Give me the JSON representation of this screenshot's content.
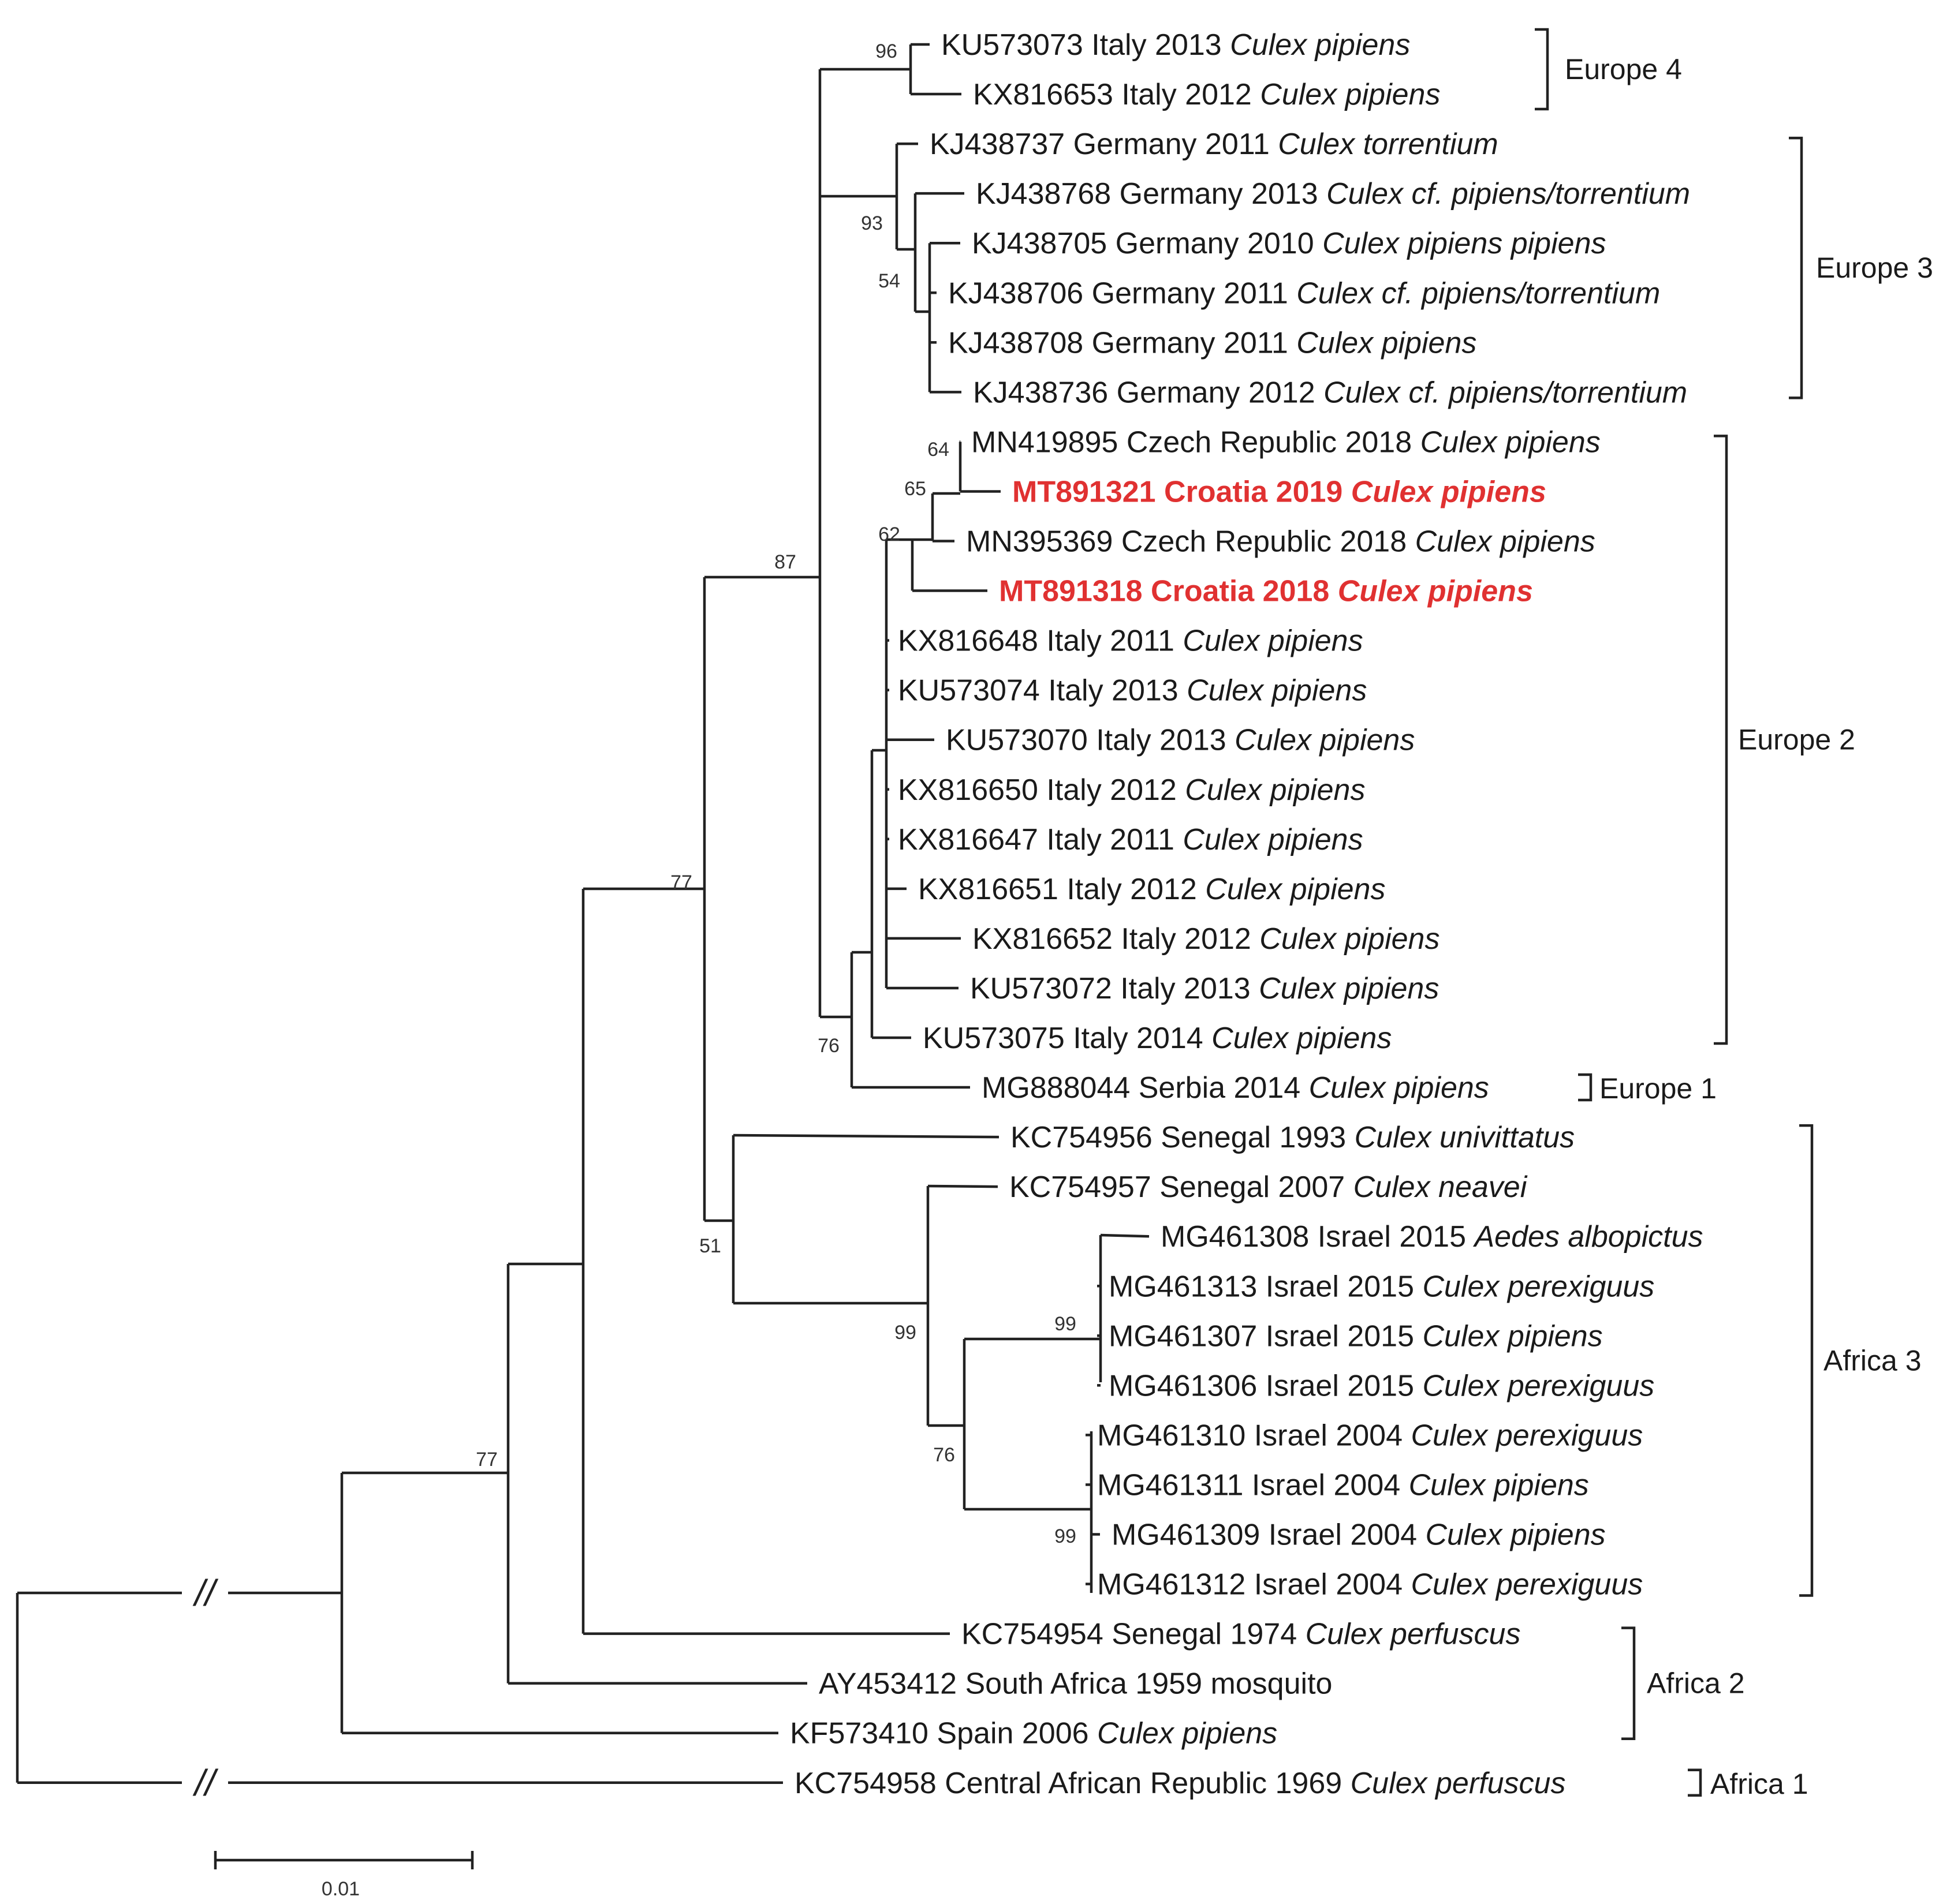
{
  "leaves": [
    {
      "acc": "KU573073",
      "place": "Italy",
      "year": "2013",
      "host": "Culex pipiens",
      "hl": false
    },
    {
      "acc": "KX816653",
      "place": "Italy",
      "year": "2012",
      "host": "Culex pipiens",
      "hl": false
    },
    {
      "acc": "KJ438737",
      "place": "Germany",
      "year": "2011",
      "host": "Culex torrentium",
      "hl": false
    },
    {
      "acc": "KJ438768",
      "place": "Germany",
      "year": "2013",
      "host": "Culex cf. pipiens/torrentium",
      "hl": false
    },
    {
      "acc": "KJ438705",
      "place": "Germany",
      "year": "2010",
      "host": "Culex pipiens pipiens",
      "hl": false
    },
    {
      "acc": "KJ438706",
      "place": "Germany",
      "year": "2011",
      "host": "Culex cf. pipiens/torrentium",
      "hl": false
    },
    {
      "acc": "KJ438708",
      "place": "Germany",
      "year": "2011",
      "host": "Culex pipiens",
      "hl": false
    },
    {
      "acc": "KJ438736",
      "place": "Germany",
      "year": "2012",
      "host": "Culex cf. pipiens/torrentium",
      "hl": false
    },
    {
      "acc": "MN419895",
      "place": "Czech Republic",
      "year": "2018",
      "host": "Culex pipiens",
      "hl": false
    },
    {
      "acc": "MT891321",
      "place": "Croatia",
      "year": "2019",
      "host": "Culex pipiens",
      "hl": true
    },
    {
      "acc": "MN395369",
      "place": "Czech Republic",
      "year": "2018",
      "host": "Culex pipiens",
      "hl": false
    },
    {
      "acc": "MT891318",
      "place": "Croatia",
      "year": "2018",
      "host": "Culex pipiens",
      "hl": true
    },
    {
      "acc": "KX816648",
      "place": "Italy",
      "year": "2011",
      "host": "Culex pipiens",
      "hl": false
    },
    {
      "acc": "KU573074",
      "place": "Italy",
      "year": "2013",
      "host": "Culex pipiens",
      "hl": false
    },
    {
      "acc": "KU573070",
      "place": "Italy",
      "year": "2013",
      "host": "Culex pipiens",
      "hl": false
    },
    {
      "acc": "KX816650",
      "place": "Italy",
      "year": "2012",
      "host": "Culex pipiens",
      "hl": false
    },
    {
      "acc": "KX816647",
      "place": "Italy",
      "year": "2011",
      "host": "Culex pipiens",
      "hl": false
    },
    {
      "acc": "KX816651",
      "place": "Italy",
      "year": "2012",
      "host": "Culex pipiens",
      "hl": false
    },
    {
      "acc": "KX816652",
      "place": "Italy",
      "year": "2012",
      "host": "Culex pipiens",
      "hl": false
    },
    {
      "acc": "KU573072",
      "place": "Italy",
      "year": "2013",
      "host": "Culex pipiens",
      "hl": false
    },
    {
      "acc": "KU573075",
      "place": "Italy",
      "year": "2014",
      "host": "Culex pipiens",
      "hl": false
    },
    {
      "acc": "MG888044",
      "place": "Serbia",
      "year": "2014",
      "host": "Culex pipiens",
      "hl": false
    },
    {
      "acc": "KC754956",
      "place": "Senegal",
      "year": "1993",
      "host": "Culex univittatus",
      "hl": false
    },
    {
      "acc": "KC754957",
      "place": "Senegal",
      "year": "2007",
      "host": "Culex neavei",
      "hl": false
    },
    {
      "acc": "MG461308",
      "place": "Israel",
      "year": "2015",
      "host": "Aedes albopictus",
      "hl": false
    },
    {
      "acc": "MG461313",
      "place": "Israel",
      "year": "2015",
      "host": "Culex perexiguus",
      "hl": false
    },
    {
      "acc": "MG461307",
      "place": "Israel",
      "year": "2015",
      "host": "Culex pipiens",
      "hl": false
    },
    {
      "acc": "MG461306",
      "place": "Israel",
      "year": "2015",
      "host": "Culex perexiguus",
      "hl": false
    },
    {
      "acc": "MG461310",
      "place": "Israel",
      "year": "2004",
      "host": "Culex perexiguus",
      "hl": false
    },
    {
      "acc": "MG461311",
      "place": "Israel",
      "year": "2004",
      "host": "Culex pipiens",
      "hl": false
    },
    {
      "acc": "MG461309",
      "place": "Israel",
      "year": "2004",
      "host": "Culex pipiens",
      "hl": false
    },
    {
      "acc": "MG461312",
      "place": "Israel",
      "year": "2004",
      "host": "Culex perexiguus",
      "hl": false
    },
    {
      "acc": "KC754954",
      "place": "Senegal",
      "year": "1974",
      "host": "Culex perfuscus",
      "hl": false
    },
    {
      "acc": "AY453412",
      "place": "South Africa",
      "year": "1959",
      "host": "mosquito",
      "hl": false,
      "plainHost": true
    },
    {
      "acc": "KF573410",
      "place": "Spain",
      "year": "2006",
      "host": "Culex pipiens",
      "hl": false
    },
    {
      "acc": "KC754958",
      "place": "Central African Republic",
      "year": "1969",
      "host": "Culex perfuscus",
      "hl": false
    }
  ],
  "bootstrap": [
    "96",
    "93",
    "54",
    "64",
    "65",
    "62",
    "87",
    "77",
    "76",
    "51",
    "99",
    "99",
    "76",
    "99",
    "77"
  ],
  "clades": [
    "Europe 4",
    "Europe 3",
    "Europe 2",
    "Europe 1",
    "Africa 3",
    "Africa 2",
    "Africa 1"
  ],
  "scale_label": "0.01",
  "colors": {
    "highlight": "#e03131",
    "line": "#222222"
  }
}
